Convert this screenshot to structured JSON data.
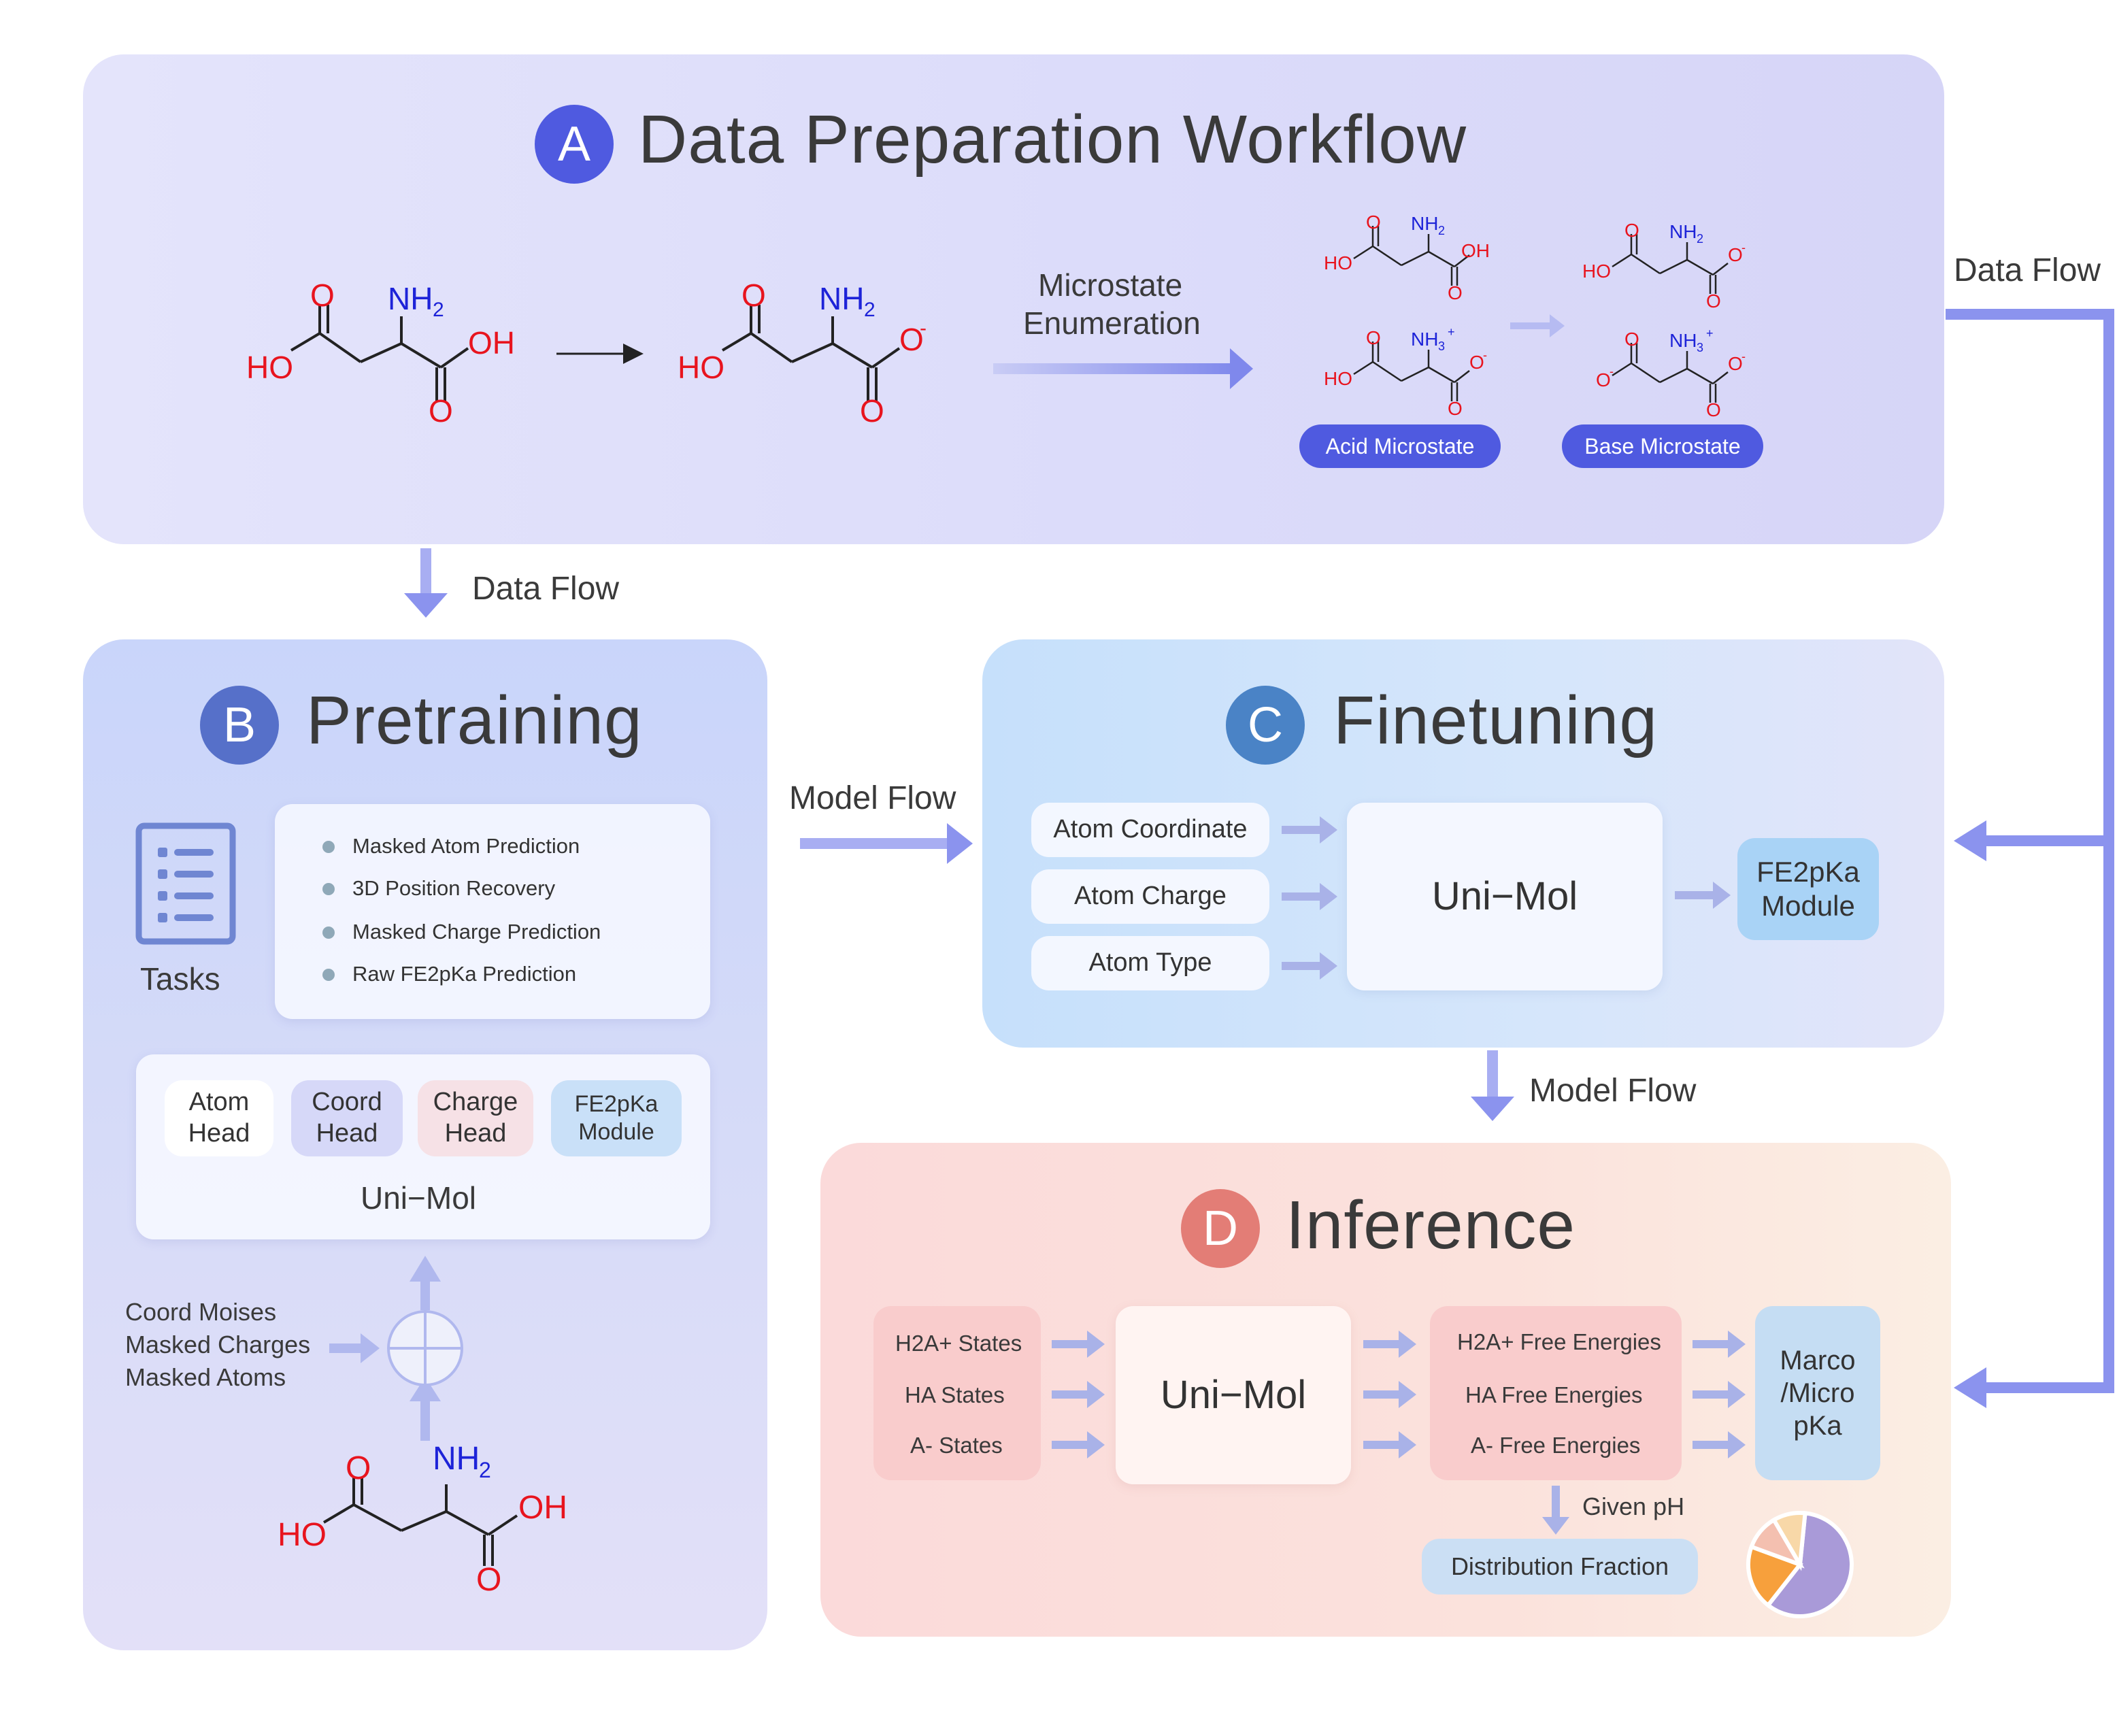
{
  "panel_a": {
    "badge": "A",
    "title": "Data Preparation Workflow",
    "enum_line1": "Microstate",
    "enum_line2": "Enumeration",
    "acid_pill": "Acid Microstate",
    "base_pill": "Base Microstate"
  },
  "panel_b": {
    "badge": "B",
    "title": "Pretraining",
    "tasks_label": "Tasks",
    "tasks": [
      "Masked Atom Prediction",
      "3D Position Recovery",
      "Masked Charge Prediction",
      "Raw FE2pKa Prediction"
    ],
    "heads": {
      "atom": [
        "Atom",
        "Head"
      ],
      "coord": [
        "Coord",
        "Head"
      ],
      "charge": [
        "Charge",
        "Head"
      ],
      "fe2pka": [
        "FE2pKa",
        "Module"
      ]
    },
    "unimol": "Uni−Mol",
    "inputs": [
      "Coord Moises",
      "Masked Charges",
      "Masked Atoms"
    ]
  },
  "panel_c": {
    "badge": "C",
    "title": "Finetuning",
    "inputs": [
      "Atom Coordinate",
      "Atom Charge",
      "Atom Type"
    ],
    "unimol": "Uni−Mol",
    "module": [
      "FE2pKa",
      "Module"
    ]
  },
  "panel_d": {
    "badge": "D",
    "title": "Inference",
    "states": [
      "H2A+ States",
      "HA States",
      "A- States"
    ],
    "unimol": "Uni−Mol",
    "energies": [
      "H2A+ Free Energies",
      "HA Free Energies",
      "A- Free Energies"
    ],
    "output": [
      "Marco",
      "/Micro",
      "pKa"
    ],
    "given_ph": "Given pH",
    "distribution": "Distribution Fraction",
    "pie": [
      {
        "value": 0.59,
        "color": "#a99ad8"
      },
      {
        "value": 0.2,
        "color": "#f7a03c"
      },
      {
        "value": 0.11,
        "color": "#f4c0b0"
      },
      {
        "value": 0.1,
        "color": "#f8d8a8"
      }
    ]
  },
  "flows": {
    "data_flow_top": "Data Flow",
    "data_flow_left": "Data Flow",
    "model_flow_bc": "Model Flow",
    "model_flow_cd": "Model Flow"
  },
  "colors": {
    "badge_a": "#4f5ae0",
    "badge_b": "#5670c9",
    "badge_c": "#4a83c6",
    "badge_d": "#e37d76",
    "arrow": "#9aa2ee",
    "flow_arrow": "#8b93ee",
    "oxygen": "#e8141e",
    "nitrogen": "#1d23d8"
  }
}
